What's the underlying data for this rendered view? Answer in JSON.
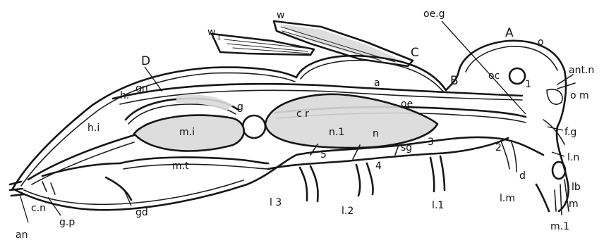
{
  "diagram": {
    "region_labels": {
      "A": "A",
      "B": "B",
      "C": "C",
      "D": "D"
    },
    "labels": {
      "w": "w",
      "w1": "w",
      "w1_sub": "1",
      "oe_g": "oe.g",
      "o": "o",
      "ant_n": "ant.n",
      "a": "a",
      "oc": "oc",
      "one": "1",
      "o_m": "o m",
      "oe": "oe",
      "c_r": "c r",
      "g": "g",
      "gn": "gn",
      "h": "h.",
      "h_i": "h.i",
      "m_i": "m.i",
      "m_t": "m.t",
      "f_g": "f.g",
      "l_n": "l.n",
      "two": "2",
      "three": "3",
      "four": "4",
      "five": "5",
      "n": "n",
      "n1": "n.1",
      "sg": "sg",
      "d": "d",
      "l_m": "l.m",
      "lb": "lb",
      "m": "m",
      "m1": "m.1",
      "l1": "l.1",
      "l2": "l.2",
      "l3": "l 3",
      "c_n": "c.n",
      "g_p": "g.p",
      "gd": "gd",
      "an": "an"
    }
  }
}
